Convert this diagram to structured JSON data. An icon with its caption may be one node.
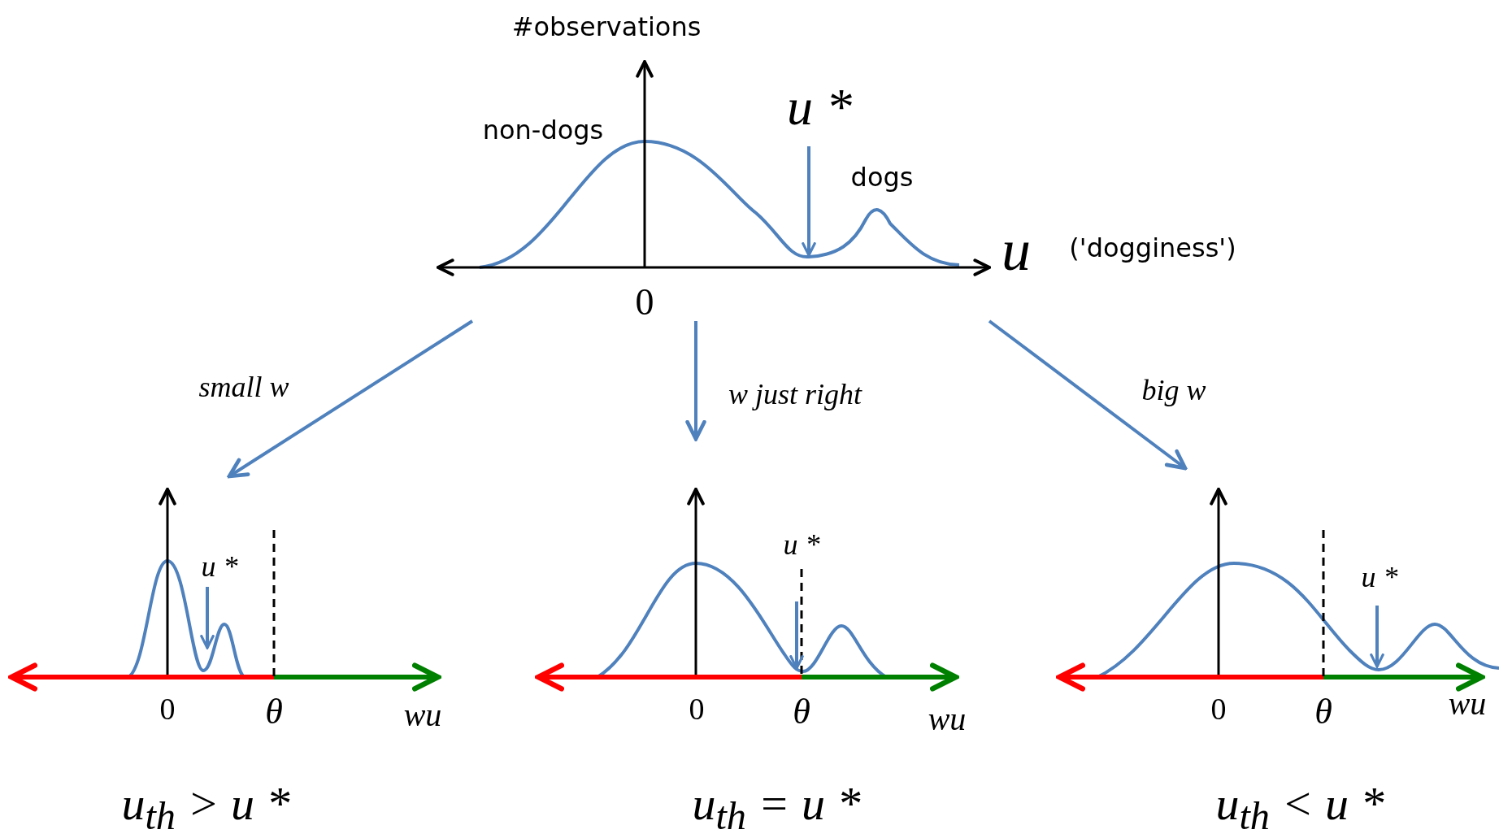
{
  "diagram": {
    "nodes": [
      {
        "text": [
          "#observations",
          "non-dogs",
          "u *",
          "dogs",
          "u",
          "('dogginess')",
          "0"
        ]
      },
      {
        "text": [
          "u *",
          "0",
          "θ",
          "wu",
          "u$_{th}$ > u *"
        ]
      },
      {
        "text": [
          "u *",
          "0",
          "θ",
          "wu",
          "u$_{th}$ = u *"
        ]
      },
      {
        "text": [
          "u *",
          "0",
          "θ",
          "wu",
          "u$_{th}$ < u *"
        ]
      }
    ],
    "edges": [
      {
        "from": 0,
        "to": 1,
        "arrow": "to",
        "label": "small w"
      },
      {
        "from": 0,
        "to": 2,
        "arrow": "to",
        "label": "w just right"
      },
      {
        "from": 0,
        "to": 3,
        "arrow": "to",
        "label": "big w"
      }
    ]
  }
}
